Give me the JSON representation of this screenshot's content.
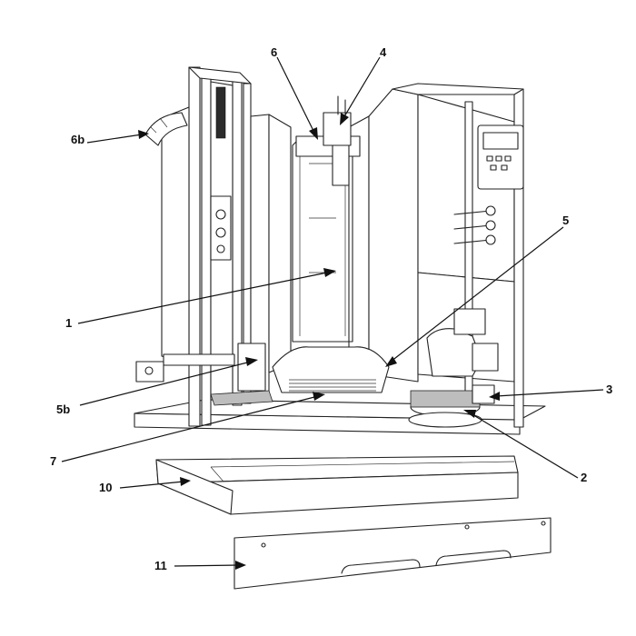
{
  "figure": {
    "callouts": [
      {
        "id": "1",
        "label": "1"
      },
      {
        "id": "2",
        "label": "2"
      },
      {
        "id": "3",
        "label": "3"
      },
      {
        "id": "4",
        "label": "4"
      },
      {
        "id": "5",
        "label": "5"
      },
      {
        "id": "5b",
        "label": "5b"
      },
      {
        "id": "6",
        "label": "6"
      },
      {
        "id": "6b",
        "label": "6b"
      },
      {
        "id": "7",
        "label": "7"
      },
      {
        "id": "10",
        "label": "10"
      },
      {
        "id": "11",
        "label": "11"
      }
    ],
    "colors": {
      "line": "#222222",
      "background": "#ffffff"
    }
  }
}
